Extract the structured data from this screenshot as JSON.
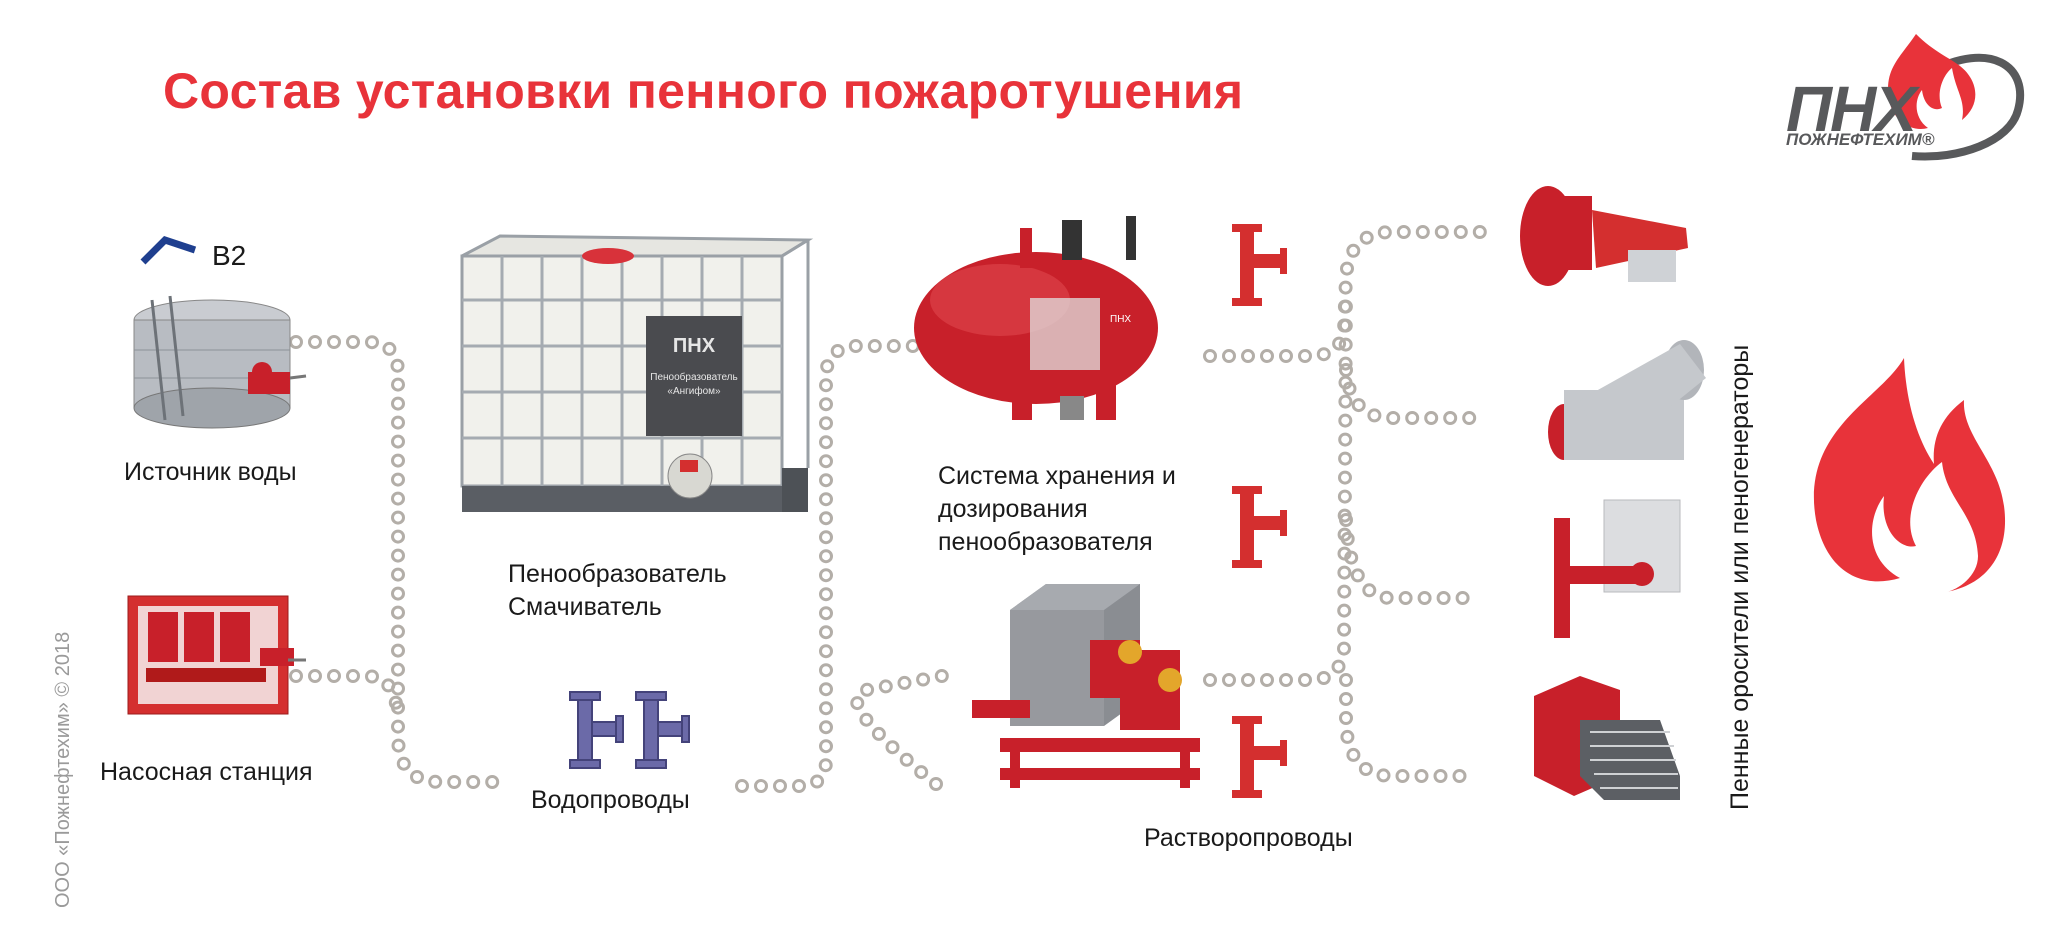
{
  "title": "Состав установки пенного пожаротушения",
  "logo": {
    "text": "ПНХ",
    "subtitle": "ПОЖНЕФТЕХИМ®"
  },
  "copyright": "ООО «Пожнефтехим» © 2018",
  "labels": {
    "water_source": "Источник воды",
    "pump_station": "Насосная станция",
    "foam_line1": "Пенообразователь",
    "foam_line2": "Смачиватель",
    "water_pipes": "Водопроводы",
    "storage_line1": "Система хранения и",
    "storage_line2": "дозирования",
    "storage_line3": "пенообразователя",
    "solution_pipes": "Растворопроводы",
    "outputs": "Пенные оросители или пеногенераторы",
    "b2": "В2"
  },
  "container_label": {
    "brand": "ПНХ",
    "line1": "Пенообразователь",
    "line2": "«Ангифом»"
  },
  "tank_brand": "ПНХ",
  "colors": {
    "accent_red": "#e8333a",
    "equipment_red": "#c8202a",
    "logo_gray": "#58595b",
    "dots": "#b3aea8",
    "pipe_blue": "#6b6aa8"
  }
}
